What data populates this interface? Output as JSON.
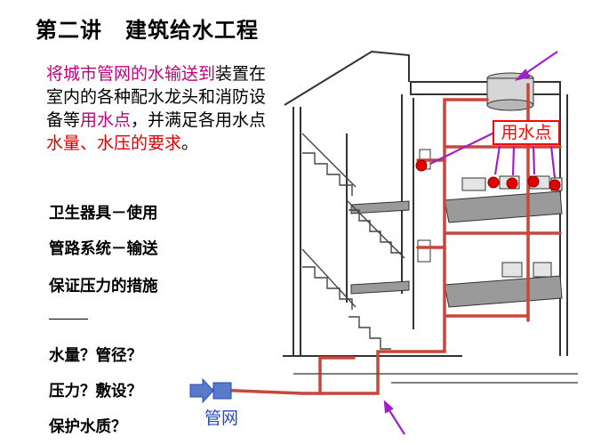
{
  "title": {
    "lecture": "第二讲",
    "subject": "建筑给水工程"
  },
  "intro": [
    {
      "t": "将城市管网的水输送到",
      "c": "m"
    },
    {
      "t": "装置在室内的各种配水龙头和消防设备等",
      "c": ""
    },
    {
      "t": "用水点",
      "c": "m"
    },
    {
      "t": "，并满足各用水点",
      "c": ""
    },
    {
      "t": "水量、水压的要求",
      "c": "r"
    },
    {
      "t": "。",
      "c": ""
    }
  ],
  "components": [
    "卫生器具－使用",
    "管路系统－输送",
    "保证压力的措施"
  ],
  "questions": [
    "水量？管径？",
    "压力？敷设？",
    "保护水质？"
  ],
  "labels": {
    "usage_points": "用水点",
    "city_network": "管网"
  },
  "colors": {
    "accent_magenta": "#c2007d",
    "accent_red": "#e00000",
    "pipe_red": "#c8463c",
    "arrow_purple": "#a020c8",
    "network_blue": "#2449c4"
  }
}
